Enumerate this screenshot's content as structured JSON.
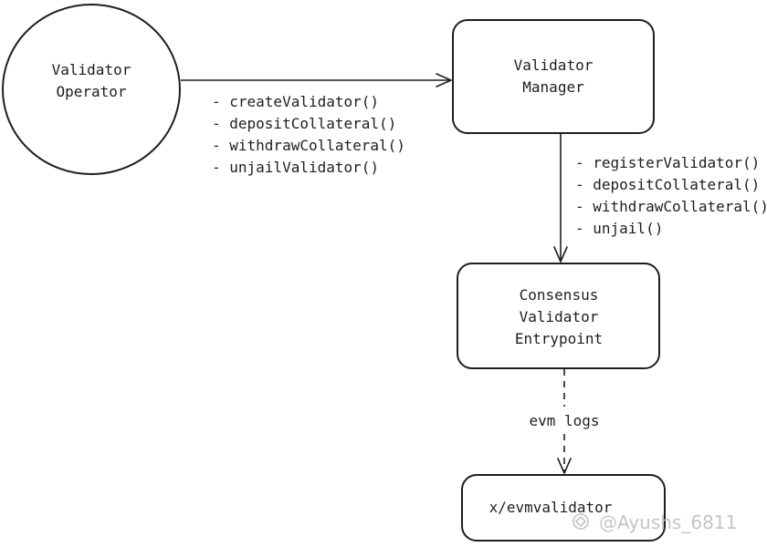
{
  "nodes": {
    "validator_operator": {
      "line1": "Validator",
      "line2": "Operator"
    },
    "validator_manager": {
      "line1": "Validator",
      "line2": "Manager"
    },
    "consensus_entrypoint": {
      "line1": "Consensus",
      "line2": "Validator",
      "line3": "Entrypoint"
    },
    "evmvalidator": {
      "line1": "x/evmvalidator"
    }
  },
  "edges": {
    "operator_to_manager": {
      "labels": [
        "- createValidator()",
        "- depositCollateral()",
        "- withdrawCollateral()",
        "- unjailValidator()"
      ]
    },
    "manager_to_entrypoint": {
      "labels": [
        "- registerValidator()",
        "- depositCollateral()",
        "- withdrawCollateral()",
        "- unjail()"
      ]
    },
    "entrypoint_to_evmvalidator": {
      "label": "evm logs",
      "style": "dashed"
    }
  },
  "watermark": {
    "text": "@Ayushs_6811"
  },
  "colors": {
    "stroke": "#1e1e1e",
    "background": "#ffffff",
    "watermark": "#c4c4c4"
  }
}
